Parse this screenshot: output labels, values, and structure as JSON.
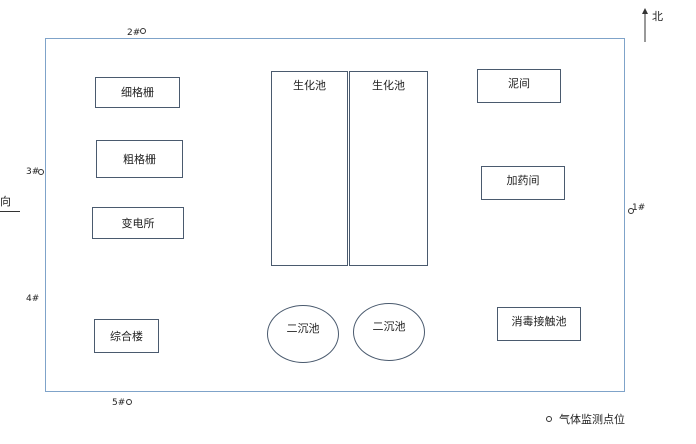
{
  "north_label": "北",
  "west_fragment": "向",
  "facilities": {
    "fine_screen": "细格栅",
    "coarse_screen": "粗格栅",
    "substation": "变电所",
    "office_building": "综合楼",
    "bio_tank_1": "生化池",
    "bio_tank_2": "生化池",
    "sludge_room": "泥间",
    "dosing_room": "加药间",
    "secondary_clarifier_1": "二沉池",
    "secondary_clarifier_2": "二沉池",
    "disinfection_tank": "消毒接触池"
  },
  "monitoring_points": {
    "p1": "1#",
    "p2": "2#",
    "p3": "3#",
    "p4": "4#",
    "p5": "5#"
  },
  "legend": {
    "label": "气体监测点位"
  },
  "colors": {
    "boundary": "#7fa3c9",
    "outline": "#4a5a6e"
  }
}
